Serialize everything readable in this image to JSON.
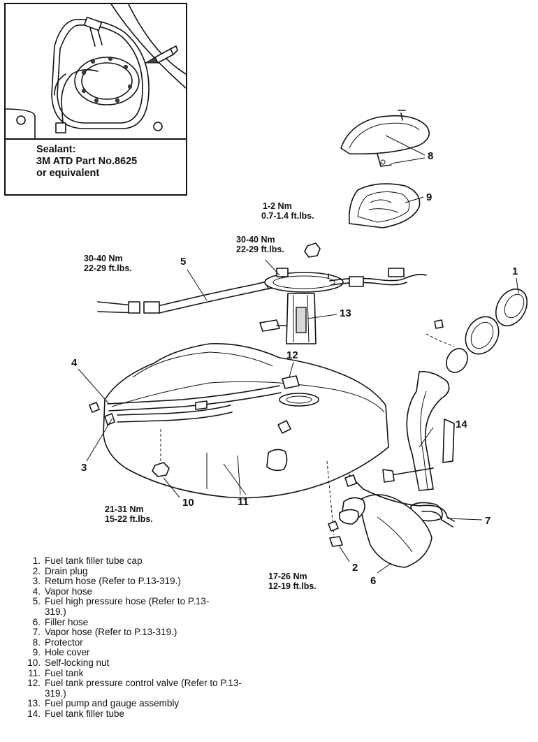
{
  "sealant": {
    "line1": "Sealant:",
    "line2": "3M ATD Part No.8625",
    "line3": "or equivalent"
  },
  "callouts": [
    "1",
    "2",
    "3",
    "4",
    "5",
    "6",
    "7",
    "8",
    "9",
    "10",
    "11",
    "12",
    "13",
    "14"
  ],
  "torques": {
    "cover_nut": [
      "1-2 Nm",
      "0.7-1.4 ft.lbs."
    ],
    "pump_fitting": [
      "30-40 Nm",
      "22-29 ft.lbs."
    ],
    "hose_fitting": [
      "30-40 Nm",
      "22-29 ft.lbs."
    ],
    "self_locking_nut": [
      "21-31 Nm",
      "15-22 ft.lbs."
    ],
    "drain_plug": [
      "17-26 Nm",
      "12-19 ft.lbs."
    ]
  },
  "legend": [
    {
      "num": "1.",
      "text": "Fuel tank filler tube cap"
    },
    {
      "num": "2.",
      "text": "Drain plug"
    },
    {
      "num": "3.",
      "text": "Return hose (Refer to P.13-319.)"
    },
    {
      "num": "4.",
      "text": "Vapor hose"
    },
    {
      "num": "5.",
      "text": "Fuel high pressure hose (Refer to P.13-319.)"
    },
    {
      "num": "6.",
      "text": "Filler hose"
    },
    {
      "num": "7.",
      "text": "Vapor hose (Refer to P.13-319.)"
    },
    {
      "num": "8.",
      "text": "Protector"
    },
    {
      "num": "9.",
      "text": "Hole cover"
    },
    {
      "num": "10.",
      "text": "Self-locking nut"
    },
    {
      "num": "11.",
      "text": "Fuel tank"
    },
    {
      "num": "12.",
      "text": "Fuel tank pressure control valve (Refer to P.13-319.)"
    },
    {
      "num": "13.",
      "text": "Fuel pump and gauge assembly"
    },
    {
      "num": "14.",
      "text": "Fuel tank filler tube"
    }
  ]
}
